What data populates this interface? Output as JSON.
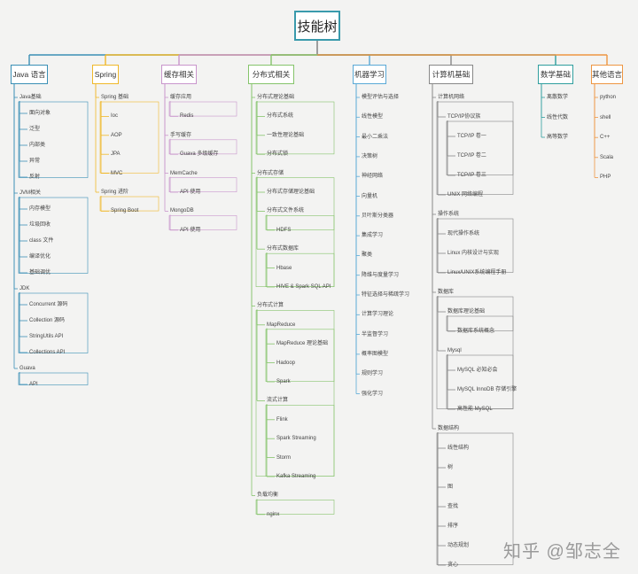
{
  "root": "技能树",
  "colors": {
    "java": "#3a8fb5",
    "spring": "#f0b82a",
    "cache": "#c996cc",
    "dist": "#85c46b",
    "ml": "#5aa9d6",
    "cs": "#888888",
    "math": "#2f9e9e",
    "other": "#ee9642",
    "trunk": "#666666"
  },
  "categories": [
    {
      "label": "Java 语言",
      "color": "#3a8fb5",
      "items": [
        {
          "t": "Java基础",
          "c": [
            {
              "t": "面向对象"
            },
            {
              "t": "泛型"
            },
            {
              "t": "内部类"
            },
            {
              "t": "异常"
            },
            {
              "t": "反射"
            }
          ]
        },
        {
          "t": "JVM相关",
          "c": [
            {
              "t": "内存模型"
            },
            {
              "t": "垃圾回收"
            },
            {
              "t": "class 文件"
            },
            {
              "t": "编译优化"
            },
            {
              "t": "基础调优"
            }
          ]
        },
        {
          "t": "JDK",
          "c": [
            {
              "t": "Concurrent 源码"
            },
            {
              "t": "Collection 源码"
            },
            {
              "t": "StringUtils API"
            },
            {
              "t": "Collections API"
            }
          ]
        },
        {
          "t": "Guava",
          "c": [
            {
              "t": "API"
            }
          ]
        }
      ]
    },
    {
      "label": "Spring",
      "color": "#f0b82a",
      "items": [
        {
          "t": "Spring 基础",
          "c": [
            {
              "t": "Ioc"
            },
            {
              "t": "AOP"
            },
            {
              "t": "JPA"
            },
            {
              "t": "MVC"
            }
          ]
        },
        {
          "t": "Spring 进阶",
          "c": [
            {
              "t": "Spring Boot"
            }
          ]
        }
      ]
    },
    {
      "label": "缓存相关",
      "color": "#c996cc",
      "items": [
        {
          "t": "缓存应用",
          "c": [
            {
              "t": "Redis"
            }
          ]
        },
        {
          "t": "手写缓存",
          "c": [
            {
              "t": "Guava 多级缓存"
            }
          ]
        },
        {
          "t": "MemCache",
          "c": [
            {
              "t": "API 使用"
            }
          ]
        },
        {
          "t": "MongoDB",
          "c": [
            {
              "t": "API 使用"
            }
          ]
        }
      ]
    },
    {
      "label": "分布式相关",
      "color": "#85c46b",
      "items": [
        {
          "t": "分布式理论基础",
          "c": [
            {
              "t": "分布式系统"
            },
            {
              "t": "一致性理论基础"
            },
            {
              "t": "分布式锁"
            }
          ]
        },
        {
          "t": "分布式存储",
          "c": [
            {
              "t": "分布式存储理论基础"
            },
            {
              "t": "分布式文件系统",
              "c": [
                {
                  "t": "HDFS"
                }
              ]
            },
            {
              "t": "分布式数据库",
              "c": [
                {
                  "t": "Hbase"
                },
                {
                  "t": "HIVE & Spark SQL API"
                }
              ]
            }
          ]
        },
        {
          "t": "分布式计算",
          "c": [
            {
              "t": "MapReduce",
              "c": [
                {
                  "t": "MapReduce 理论基础"
                },
                {
                  "t": "Hadoop"
                },
                {
                  "t": "Spark"
                }
              ]
            },
            {
              "t": "流式计算",
              "c": [
                {
                  "t": "Flink"
                },
                {
                  "t": "Spark Streaming"
                },
                {
                  "t": "Storm"
                },
                {
                  "t": "Kafka Streaming"
                }
              ]
            }
          ]
        },
        {
          "t": "负载均衡",
          "c": [
            {
              "t": "nginx"
            }
          ]
        }
      ]
    },
    {
      "label": "机器学习",
      "color": "#5aa9d6",
      "items": [
        {
          "t": "模型评估与选择"
        },
        {
          "t": "线性模型"
        },
        {
          "t": "最小二乘法"
        },
        {
          "t": "决策树"
        },
        {
          "t": "神经网络"
        },
        {
          "t": "向量机"
        },
        {
          "t": "贝叶斯分类器"
        },
        {
          "t": "集成学习"
        },
        {
          "t": "聚类"
        },
        {
          "t": "降维与度量学习"
        },
        {
          "t": "特征选择与稀疏学习"
        },
        {
          "t": "计算学习理论"
        },
        {
          "t": "半监督学习"
        },
        {
          "t": "概率图模型"
        },
        {
          "t": "规则学习"
        },
        {
          "t": "强化学习"
        }
      ]
    },
    {
      "label": "计算机基础",
      "color": "#888888",
      "items": [
        {
          "t": "计算机网络",
          "c": [
            {
              "t": "TCP/IP协议族",
              "c": [
                {
                  "t": "TCP/IP 卷一"
                },
                {
                  "t": "TCP/IP 卷二"
                },
                {
                  "t": "TCP/IP 卷三"
                }
              ]
            },
            {
              "t": "UNIX 网络编程"
            }
          ]
        },
        {
          "t": "操作系统",
          "c": [
            {
              "t": "现代操作系统"
            },
            {
              "t": "Linux 内核设计与实现"
            },
            {
              "t": "Linux/UNIX系统编程手册"
            }
          ]
        },
        {
          "t": "数据库",
          "c": [
            {
              "t": "数据库理论基础",
              "c": [
                {
                  "t": "数据库系统概念"
                }
              ]
            },
            {
              "t": "Mysql",
              "c": [
                {
                  "t": "MySQL 必知必会"
                },
                {
                  "t": "MySQL InnoDB 存储引擎"
                },
                {
                  "t": "高性能 MySQL"
                }
              ]
            }
          ]
        },
        {
          "t": "数据结构",
          "c": [
            {
              "t": "线性结构"
            },
            {
              "t": "树"
            },
            {
              "t": "图"
            },
            {
              "t": "查找"
            },
            {
              "t": "排序"
            },
            {
              "t": "动态规划"
            },
            {
              "t": "贪心"
            }
          ]
        }
      ]
    },
    {
      "label": "数学基础",
      "color": "#2f9e9e",
      "items": [
        {
          "t": "离散数学"
        },
        {
          "t": "线性代数"
        },
        {
          "t": "高等数学"
        }
      ]
    },
    {
      "label": "其他语言",
      "color": "#ee9642",
      "items": [
        {
          "t": "python"
        },
        {
          "t": "shell"
        },
        {
          "t": "C++"
        },
        {
          "t": "Scala"
        },
        {
          "t": "PHP"
        }
      ]
    }
  ],
  "watermark": "知乎 @邹志全"
}
